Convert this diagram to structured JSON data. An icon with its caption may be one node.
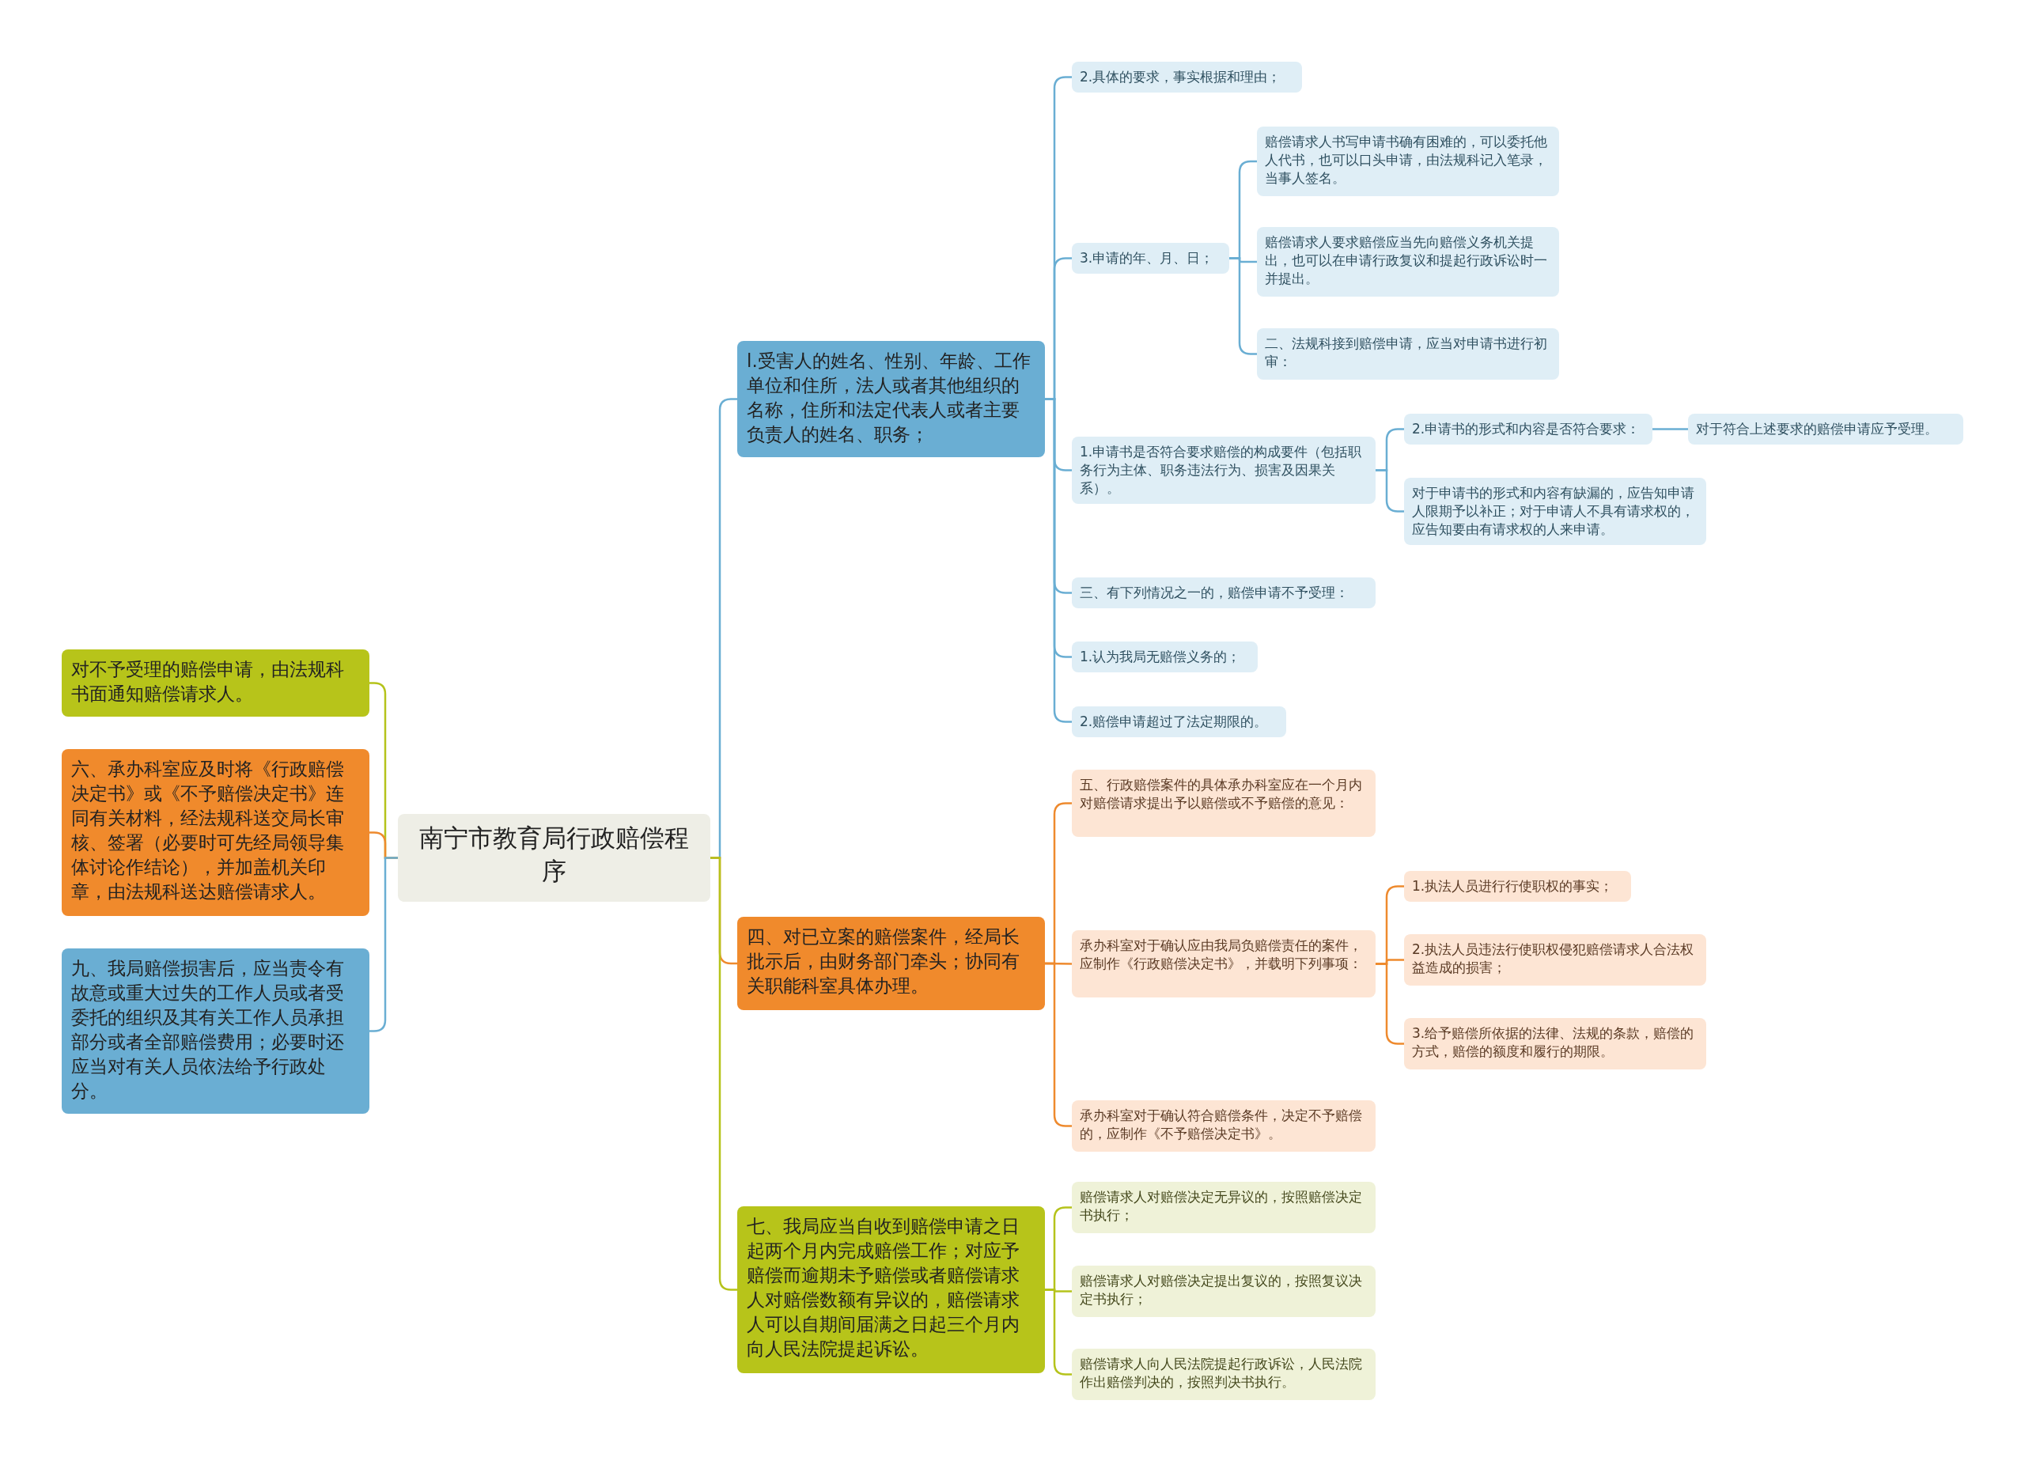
{
  "diagram": {
    "nodes": [
      {
        "text": [
          "南宁市教育局行政赔偿程序"
        ]
      },
      {
        "text": [
          "l.受害人的姓名、性别、年龄、工作单位和住所，法人或者其他组织的名称，住所和法定代表人或者主要负责人的姓名、职务；"
        ]
      },
      {
        "text": [
          "2.具体的要求，事实根据和理由；"
        ]
      },
      {
        "text": [
          "3.申请的年、月、日；"
        ]
      },
      {
        "text": [
          "赔偿请求人书写申请书确有困难的，可以委托他人代书，也可以口头申请，由法规科记入笔录，当事人签名。"
        ]
      },
      {
        "text": [
          "赔偿请求人要求赔偿应当先向赔偿义务机关提出，也可以在申请行政复议和提起行政诉讼时一并提出。"
        ]
      },
      {
        "text": [
          "二、法规科接到赔偿申请，应当对申请书进行初审："
        ]
      },
      {
        "text": [
          "1.申请书是否符合要求赔偿的构成要件（包括职务行为主体、职务违法行为、损害及因果关系）。"
        ]
      },
      {
        "text": [
          "2.申请书的形式和内容是否符合要求："
        ]
      },
      {
        "text": [
          "对于符合上述要求的赔偿申请应予受理。"
        ]
      },
      {
        "text": [
          "对于申请书的形式和内容有缺漏的，应告知申请人限期予以补正；对于申请人不具有请求权的，应告知要由有请求权的人来申请。"
        ]
      },
      {
        "text": [
          "三、有下列情况之一的，赔偿申请不予受理："
        ]
      },
      {
        "text": [
          "1.认为我局无赔偿义务的；"
        ]
      },
      {
        "text": [
          "2.赔偿申请超过了法定期限的。"
        ]
      },
      {
        "text": [
          "四、对已立案的赔偿案件，经局长批示后，由财务部门牵头；协同有关职能科室具体办理。"
        ]
      },
      {
        "text": [
          "五、行政赔偿案件的具体承办科室应在一个月内对赔偿请求提出予以赔偿或不予赔偿的意见："
        ]
      },
      {
        "text": [
          "承办科室对于确认应由我局负赔偿责任的案件，应制作《行政赔偿决定书》，并载明下列事项："
        ]
      },
      {
        "text": [
          "1.执法人员进行行使职权的事实；"
        ]
      },
      {
        "text": [
          "2.执法人员违法行使职权侵犯赔偿请求人合法权益造成的损害；"
        ]
      },
      {
        "text": [
          "3.给予赔偿所依据的法律、法规的条款，赔偿的方式，赔偿的额度和履行的期限。"
        ]
      },
      {
        "text": [
          "承办科室对于确认符合赔偿条件，决定不予赔偿的，应制作《不予赔偿决定书》。"
        ]
      },
      {
        "text": [
          "七、我局应当自收到赔偿申请之日起两个月内完成赔偿工作；对应予赔偿而逾期未予赔偿或者赔偿请求人对赔偿数额有异议的，赔偿请求人可以自期间届满之日起三个月内向人民法院提起诉讼。"
        ]
      },
      {
        "text": [
          "赔偿请求人对赔偿决定无异议的，按照赔偿决定书执行；"
        ]
      },
      {
        "text": [
          "赔偿请求人对赔偿决定提出复议的，按照复议决定书执行；"
        ]
      },
      {
        "text": [
          "赔偿请求人向人民法院提起行政诉讼，人民法院作出赔偿判决的，按照判决书执行。"
        ]
      },
      {
        "text": [
          "对不予受理的赔偿申请，由法规科书面通知赔偿请求人。"
        ]
      },
      {
        "text": [
          "六、承办科室应及时将《行政赔偿决定书》或《不予赔偿决定书》连同有关材料，经法规科送交局长审核、签署（必要时可先经局领导集体讨论作结论），并加盖机关印章，由法规科送达赔偿请求人。"
        ]
      },
      {
        "text": [
          "九、我局赔偿损害后，应当责令有故意或重大过失的工作人员或者受委托的组织及其有关工作人员承担部分或者全部赔偿费用；必要时还应当对有关人员依法给予行政处分。"
        ]
      }
    ],
    "edges": [
      {
        "from": 0,
        "to": 1,
        "arrow": "none"
      },
      {
        "from": 1,
        "to": 2,
        "arrow": "none"
      },
      {
        "from": 1,
        "to": 3,
        "arrow": "none"
      },
      {
        "from": 3,
        "to": 4,
        "arrow": "none"
      },
      {
        "from": 3,
        "to": 5,
        "arrow": "none"
      },
      {
        "from": 3,
        "to": 6,
        "arrow": "none"
      },
      {
        "from": 1,
        "to": 7,
        "arrow": "none"
      },
      {
        "from": 7,
        "to": 8,
        "arrow": "none"
      },
      {
        "from": 8,
        "to": 9,
        "arrow": "none"
      },
      {
        "from": 7,
        "to": 10,
        "arrow": "none"
      },
      {
        "from": 1,
        "to": 11,
        "arrow": "none"
      },
      {
        "from": 1,
        "to": 12,
        "arrow": "none"
      },
      {
        "from": 1,
        "to": 13,
        "arrow": "none"
      },
      {
        "from": 0,
        "to": 14,
        "arrow": "none",
        "color": "#ee8a2e"
      },
      {
        "from": 14,
        "to": 15,
        "arrow": "none",
        "color": "#ee8a2e"
      },
      {
        "from": 14,
        "to": 16,
        "arrow": "none",
        "color": "#ee8a2e"
      },
      {
        "from": 16,
        "to": 17,
        "arrow": "none",
        "color": "#ee8a2e"
      },
      {
        "from": 16,
        "to": 18,
        "arrow": "none",
        "color": "#ee8a2e"
      },
      {
        "from": 16,
        "to": 19,
        "arrow": "none",
        "color": "#ee8a2e"
      },
      {
        "from": 14,
        "to": 20,
        "arrow": "none",
        "color": "#ee8a2e"
      },
      {
        "from": 0,
        "to": 21,
        "arrow": "none",
        "color": "#b5c31b"
      },
      {
        "from": 21,
        "to": 22,
        "arrow": "none",
        "color": "#b5c31b"
      },
      {
        "from": 21,
        "to": 23,
        "arrow": "none",
        "color": "#b5c31b"
      },
      {
        "from": 21,
        "to": 24,
        "arrow": "none",
        "color": "#b5c31b"
      },
      {
        "from": 0,
        "to": 25,
        "arrow": "none",
        "color": "#b5c31b"
      },
      {
        "from": 0,
        "to": 26,
        "arrow": "none",
        "color": "#ee8a2e"
      },
      {
        "from": 0,
        "to": 27,
        "arrow": "none"
      }
    ]
  }
}
